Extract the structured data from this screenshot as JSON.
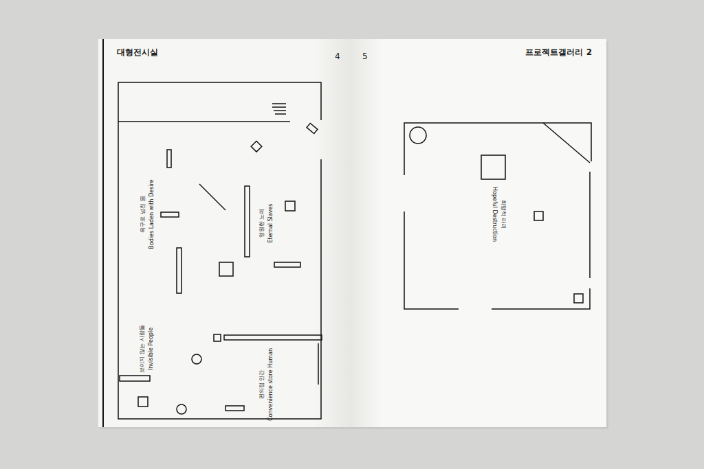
{
  "diagram": {
    "labels": [
      "대형전시실",
      "4",
      "5",
      "프로젝트갤러리 2",
      "욕구로 넘친 몸",
      "Bodies Laden with Desire",
      "영원한 노예",
      "Eternal Slaves",
      "보이지 않는 사람들",
      "Invisible People",
      "편의점 인간",
      "Convenience store Human",
      "희망적 파괴",
      "Hopeful Destruction"
    ]
  }
}
